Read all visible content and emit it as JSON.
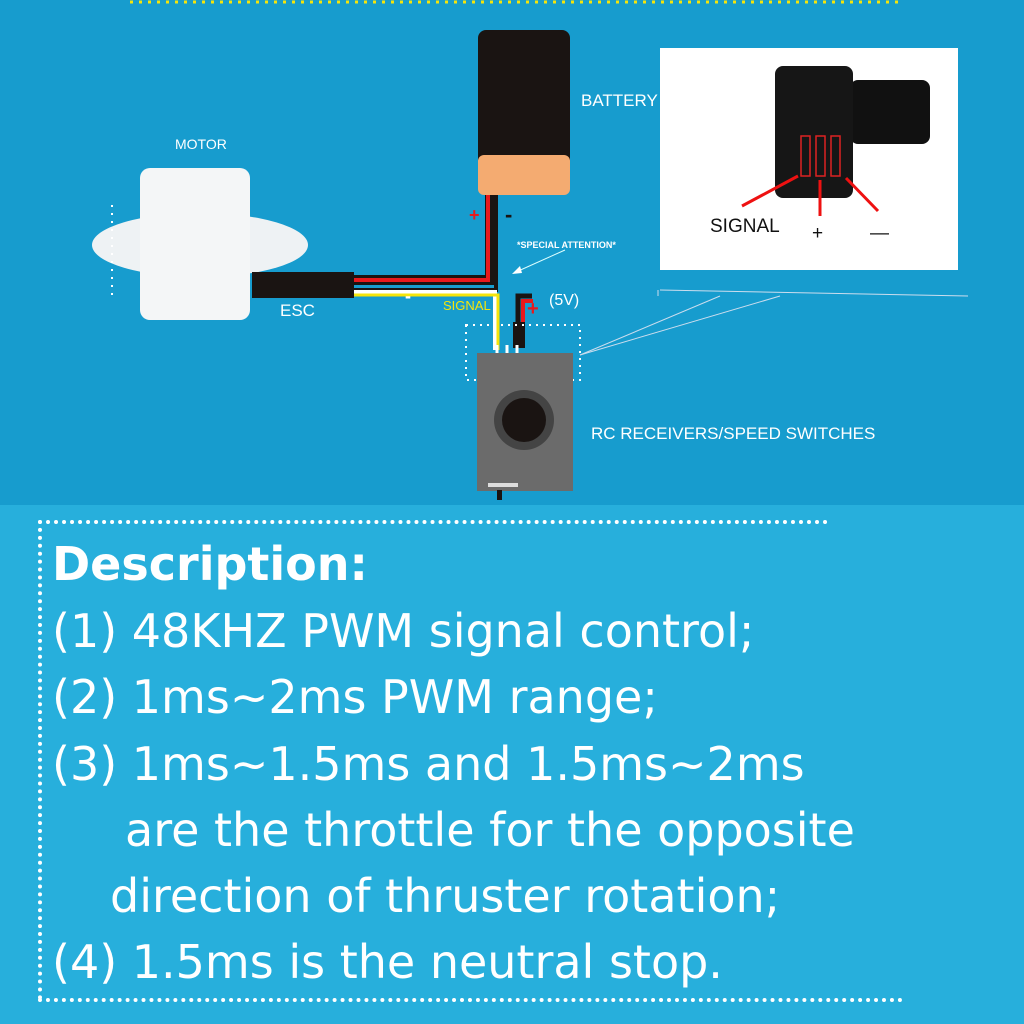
{
  "diagram": {
    "motor_label": "MOTOR",
    "battery_label": "BATTERY",
    "esc_label": "ESC",
    "special_attention": "*SPECIAL ATTENTION*",
    "signal_label": "SIGNAL",
    "voltage_label": "(5V)",
    "plus": "+",
    "minus": "-",
    "receiver_label": "RC RECEIVERS/SPEED SWITCHES",
    "inset": {
      "signal": "SIGNAL",
      "plus": "+",
      "minus": "—"
    },
    "colors": {
      "positive": "#e8191c",
      "negative": "#1a1412",
      "signal": "#f5e50a",
      "background": "#179cce"
    }
  },
  "description": {
    "title": "Description:",
    "lines": [
      "(1) 48KHZ PWM signal control;",
      "(2) 1ms~2ms PWM range;",
      "(3) 1ms~1.5ms and 1.5ms~2ms",
      "are the throttle for the opposite",
      "direction of thruster rotation;",
      "(4) 1.5ms is the neutral stop."
    ]
  }
}
